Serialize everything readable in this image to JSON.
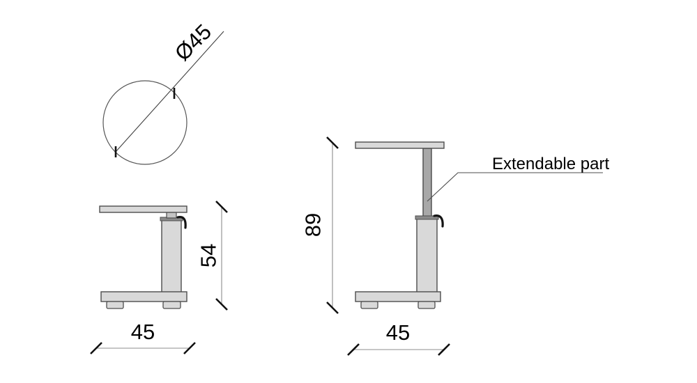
{
  "drawing": {
    "kind": "furniture dimensional drawing, extendable side table",
    "top_view": {
      "diameter_label": "Ø45"
    },
    "retracted_view": {
      "height_label": "54",
      "width_label": "45"
    },
    "extended_view": {
      "height_label": "89",
      "width_label": "45",
      "annotation": "Extendable part"
    },
    "values": {
      "tabletop_diameter": 45,
      "height_retracted": 54,
      "height_extended": 89,
      "base_width": 45
    },
    "colors": {
      "background": "#ffffff",
      "part_fill": "#d9d9d9",
      "part_outline": "#4d4d4d",
      "extendable_column_fill": "#a8a8a8",
      "collar_cap_fill": "#8a8a8a",
      "connector_stub_fill": "#c4c4c4",
      "dimension_line": "#8c8c8c",
      "tick_color": "#111111",
      "text_color": "#000000",
      "lever_color": "#141414"
    }
  }
}
